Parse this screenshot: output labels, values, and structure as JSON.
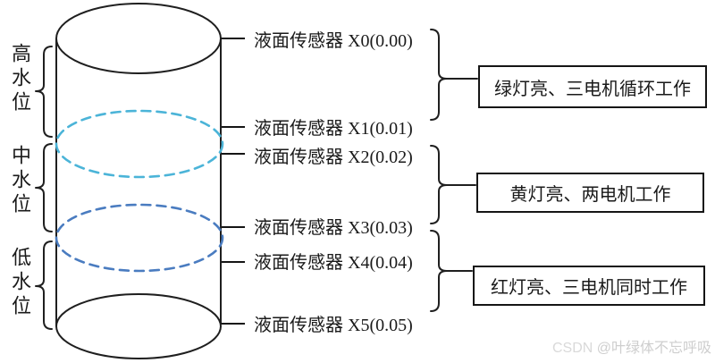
{
  "diagram": {
    "levels": [
      {
        "label": "高水位"
      },
      {
        "label": "中水位"
      },
      {
        "label": "低水位"
      }
    ],
    "sensors": [
      {
        "label": "液面传感器 X0(0.00)"
      },
      {
        "label": "液面传感器 X1(0.01)"
      },
      {
        "label": "液面传感器 X2(0.02)"
      },
      {
        "label": "液面传感器 X3(0.03)"
      },
      {
        "label": "液面传感器 X4(0.04)"
      },
      {
        "label": "液面传感器 X5(0.05)"
      }
    ],
    "statuses": [
      {
        "label": "绿灯亮、三电机循环工作"
      },
      {
        "label": "黄灯亮、两电机工作"
      },
      {
        "label": "红灯亮、三电机同时工作"
      }
    ],
    "colors": {
      "outline": "#1f1f1f",
      "mid_level_dash": "#4bb4d8",
      "low_level_dash": "#4a7cc0"
    },
    "watermark": {
      "prefix": "CSDN ",
      "handle": "@叶绿体不忘呼吸"
    }
  }
}
